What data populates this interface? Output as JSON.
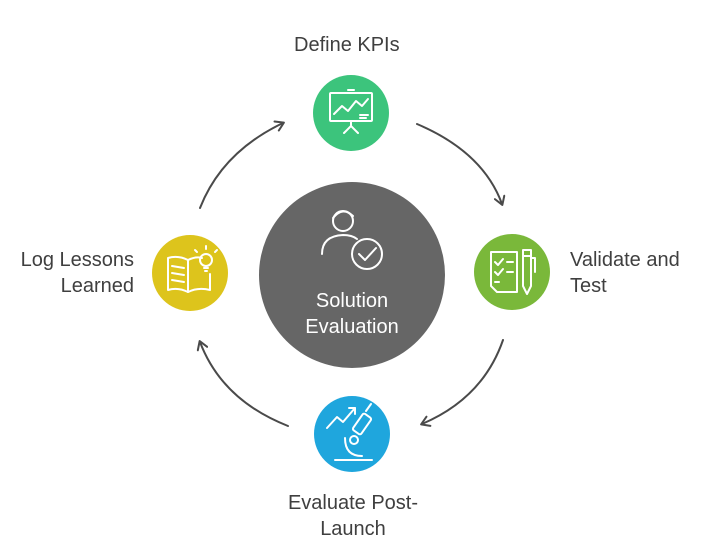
{
  "center": {
    "line1": "Solution",
    "line2": "Evaluation",
    "color": "#666666"
  },
  "nodes": {
    "top": {
      "label": "Define KPIs",
      "color": "#3cc47c",
      "icon": "presentation-chart-icon"
    },
    "right": {
      "line1": "Validate and",
      "line2": "Test",
      "color": "#7ab83a",
      "icon": "checklist-pen-icon"
    },
    "bottom": {
      "line1": "Evaluate Post-",
      "line2": "Launch",
      "color": "#1fa6dd",
      "icon": "microscope-trend-icon"
    },
    "left": {
      "line1": "Log Lessons",
      "line2": "Learned",
      "color": "#ddc41c",
      "icon": "book-lightbulb-icon"
    }
  },
  "center_icon": "person-check-icon",
  "arrow_color": "#4a4a4a"
}
